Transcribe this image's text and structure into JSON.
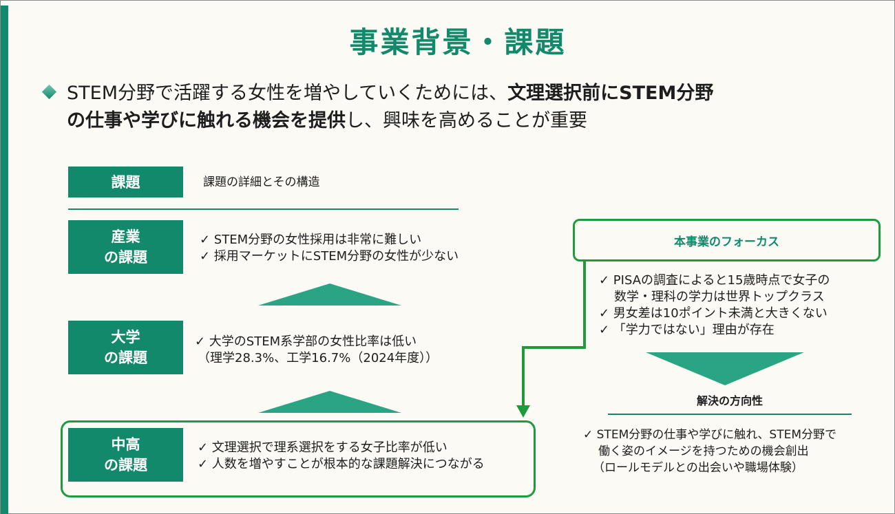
{
  "title": "事業背景・課題",
  "lead": {
    "line1_normal": "STEM分野で活躍する女性を増やしていくためには、",
    "line1_bold": "文理選択前にSTEM分野",
    "line2_bold": "の仕事や学びに触れる機会を提供",
    "line2_normal": "し、興味を高めることが重要"
  },
  "issues": {
    "header_label": "課題",
    "header_desc": "課題の詳細とその構造",
    "rows": [
      {
        "label1": "産業",
        "label2": "の課題",
        "items": [
          "✓ STEM分野の女性採用は非常に難しい",
          "✓ 採用マーケットにSTEM分野の女性が少ない"
        ]
      },
      {
        "label1": "大学",
        "label2": "の課題",
        "items": [
          "✓ 大学のSTEM系学部の女性比率は低い",
          "（理学28.3%、工学16.7%（2024年度））"
        ]
      },
      {
        "label1": "中高",
        "label2": "の課題",
        "items": [
          "✓ 文理選択で理系選択をする女子比率が低い",
          "✓ 人数を増やすことが根本的な課題解決につながる"
        ]
      }
    ]
  },
  "focus": {
    "title": "本事業のフォーカス",
    "items": [
      "✓ PISAの調査によると15歳時点で女子の",
      "数学・理科の学力は世界トップクラス",
      "✓ 男女差は10ポイント未満と大きくない",
      "✓ 「学力ではない」理由が存在"
    ],
    "solution_title": "解決の方向性",
    "solution_items": [
      "✓ STEM分野の仕事や学びに触れ、STEM分野で",
      "働く姿のイメージを持つための機会創出",
      "（ロールモデルとの出会いや職場体験）"
    ]
  },
  "colors": {
    "primary": "#13896b",
    "accent": "#1f9a3d"
  }
}
